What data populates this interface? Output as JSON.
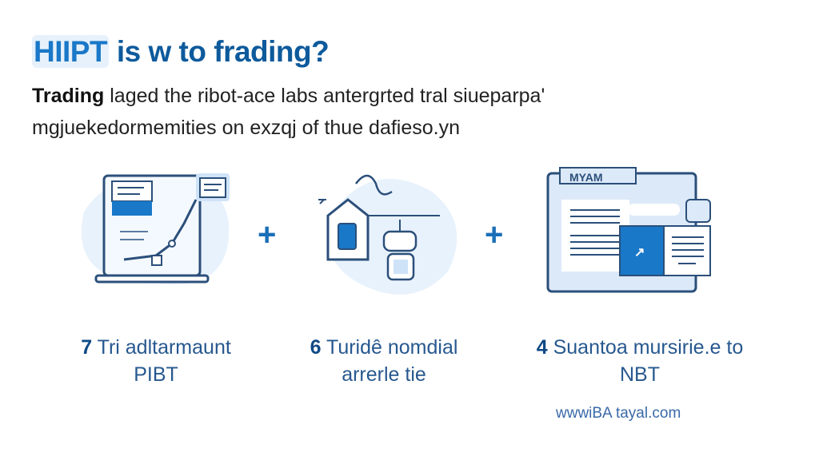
{
  "title": {
    "highlight": "HIIPT",
    "rest": " is w to frading?"
  },
  "intro": {
    "bold": "Trading",
    "line1": " laged the ribot-ace labs antergrted tral siueparpa'",
    "line2": "mgjuekedormemities on exzqj of thue dafieso.yn"
  },
  "steps": [
    {
      "num": "7",
      "line1": " Tri adltarmaunt",
      "line2": "PIBT",
      "icon": "laptop-chart-icon"
    },
    {
      "num": "6",
      "line1": " Turidê nomdial",
      "line2": "arrerle tie",
      "icon": "house-robot-icon"
    },
    {
      "num": "4",
      "line1": " Suantoa mursirie.e to",
      "line2": "NBT",
      "icon": "browser-window-icon"
    }
  ],
  "window_label": "MYAM",
  "operators": [
    "+",
    "+"
  ],
  "footer_url": "wwwiBA tayal.com",
  "colors": {
    "accent": "#1a78c8",
    "dark_blue": "#0d5a9c",
    "light_blue": "#e6f1fb"
  }
}
